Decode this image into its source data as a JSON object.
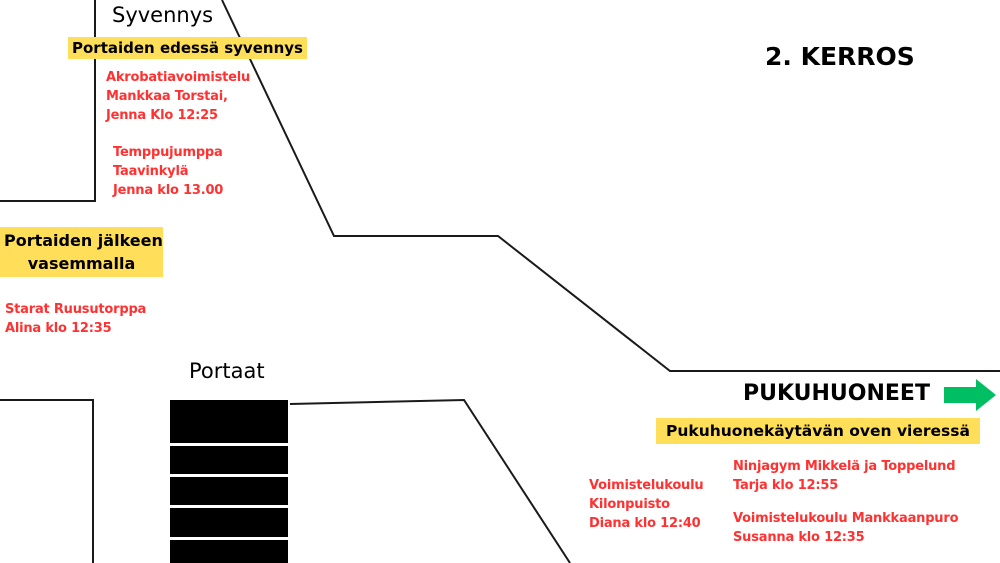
{
  "floor_title": "2. KERROS",
  "labels": {
    "syvennys": "Syvennys",
    "portaat": "Portaat",
    "pukuhuoneet": "PUKUHUONEET"
  },
  "highlights": {
    "edessa": "Portaiden edessä syvennys",
    "jalkeen_1": "Portaiden jälkeen",
    "jalkeen_2": "vasemmalla",
    "pukuhuone": "Pukuhuonekäytävän oven vieressä"
  },
  "groups": [
    {
      "lines": [
        "Akrobatiavoimistelu",
        "Mankkaa Torstai,",
        "Jenna Klo 12:25"
      ]
    },
    {
      "lines": [
        "Temppujumppa",
        "Taavinkylä",
        "Jenna klo 13.00"
      ]
    },
    {
      "lines": [
        "Starat Ruusutorppa",
        "Alina klo 12:35"
      ]
    },
    {
      "lines": [
        "Voimistelukoulu",
        "Kilonpuisto",
        "Diana klo 12:40"
      ]
    },
    {
      "lines": [
        "Ninjagym Mikkelä ja Toppelund",
        "Tarja klo 12:55"
      ]
    },
    {
      "lines": [
        "Voimistelukoulu Mankkaanpuro",
        "Susanna klo 12:35"
      ]
    }
  ],
  "colors": {
    "accent_red": "#ff3131",
    "highlight": "#ffde59",
    "arrow": "#00bf63"
  }
}
